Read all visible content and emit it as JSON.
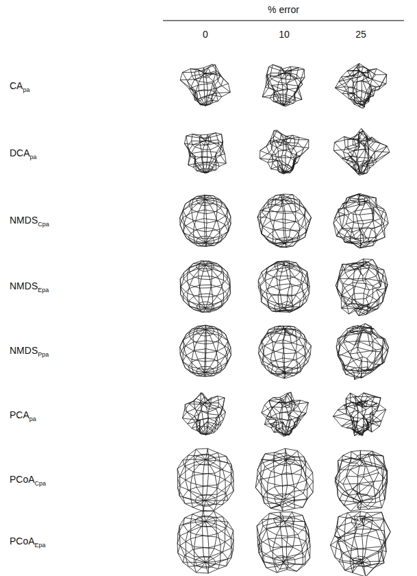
{
  "diagram": {
    "labels": [
      "% error",
      "0",
      "10",
      "25",
      "CA",
      "pa",
      "DCA",
      "pa",
      "NMDS",
      "Cpa",
      "NMDS",
      "Epa",
      "NMDS",
      "Ppa",
      "PCA",
      "pa",
      "PCoA",
      "Cpa",
      "PCoA",
      "Epa"
    ]
  }
}
